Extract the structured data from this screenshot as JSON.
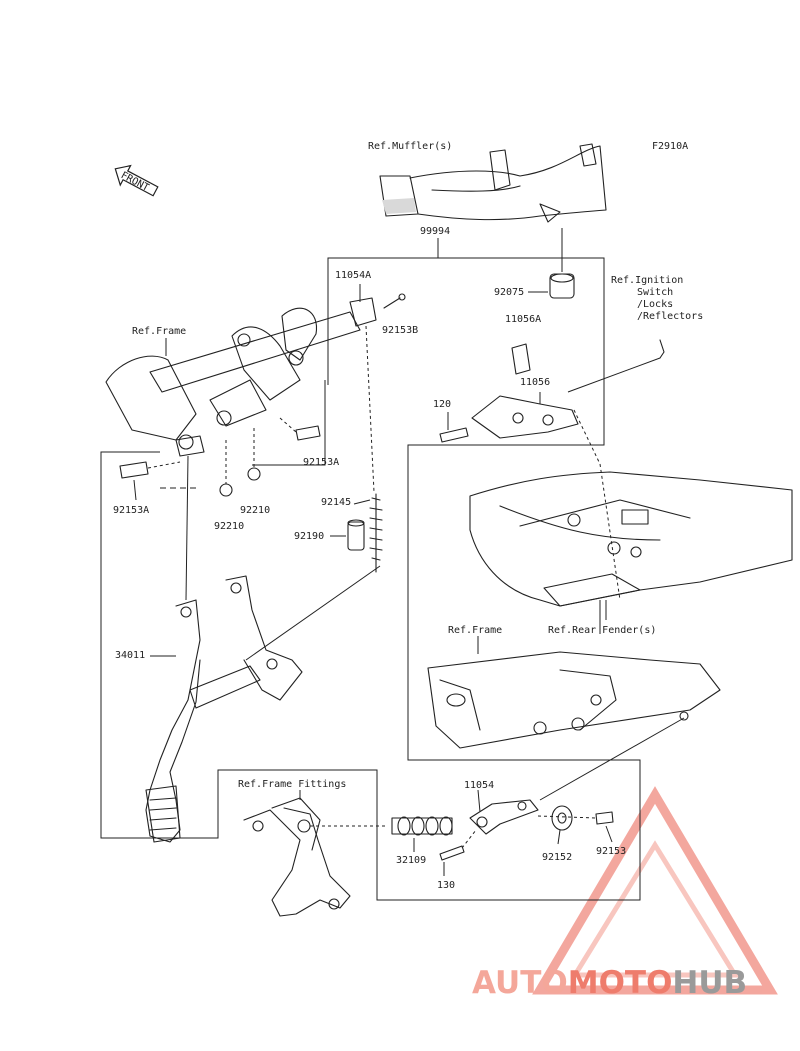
{
  "diagram_id": "F2910A",
  "front_arrow_label": "FRONT",
  "references": {
    "muffler": "Ref.Muffler(s)",
    "frame_top": "Ref.Frame",
    "ignition": [
      "Ref.Ignition",
      "Switch",
      "/Locks",
      "/Reflectors"
    ],
    "frame_right": "Ref.Frame",
    "rear_fender": "Ref.Rear Fender(s)",
    "frame_fittings": "Ref.Frame Fittings"
  },
  "parts": {
    "p99994": "99994",
    "p11054A": "11054A",
    "p92153B": "92153B",
    "p92075": "92075",
    "p11056A": "11056A",
    "p11056": "11056",
    "p120": "120",
    "p92153A_mid": "92153A",
    "p92153A_left": "92153A",
    "p92210_a": "92210",
    "p92210_b": "92210",
    "p92145": "92145",
    "p92190": "92190",
    "p34011": "34011",
    "p11054": "11054",
    "p32109": "32109",
    "p130": "130",
    "p92152": "92152",
    "p92153": "92153"
  },
  "watermark": {
    "parts": [
      "AUTO",
      "MOTO",
      "HUB"
    ],
    "colors": [
      "#f4a79a",
      "#ee7c6c",
      "#9a9a9a"
    ],
    "triangle_color": "#e85a4f"
  }
}
